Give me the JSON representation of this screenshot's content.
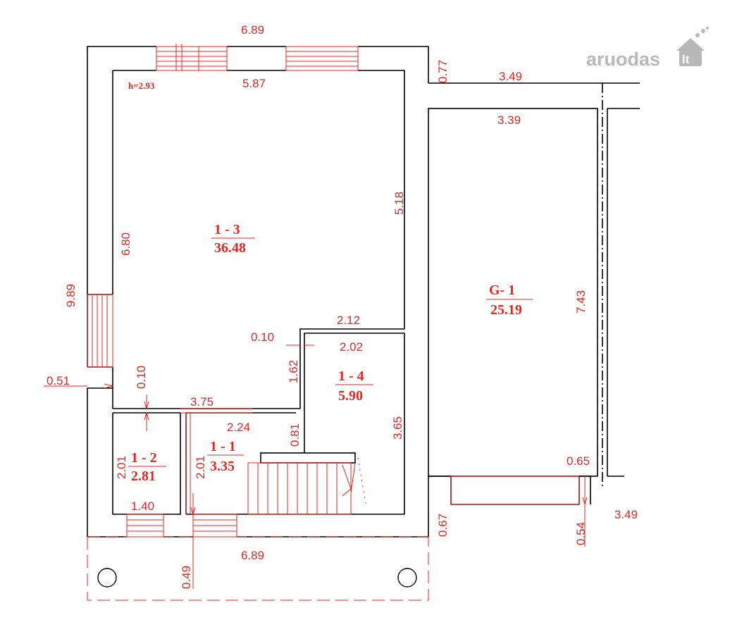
{
  "watermark": {
    "brand": "aruodas",
    "suffix": "lt"
  },
  "ceiling_height": "h=2.93",
  "rooms": [
    {
      "id": "1 - 3",
      "area": "36.48"
    },
    {
      "id": "G- 1",
      "area": "25.19"
    },
    {
      "id": "1 - 4",
      "area": "5.90"
    },
    {
      "id": "1 - 2",
      "area": "2.81"
    },
    {
      "id": "1 - 1",
      "area": "3.35"
    }
  ],
  "dimensions": {
    "top_outer": "6.89",
    "top_inner": "5.87",
    "right_offset": "0.77",
    "garage_top_outer": "3.49",
    "garage_top_inner": "3.39",
    "room13_right": "5.18",
    "room13_left": "6.80",
    "overall_left": "9.89",
    "wall_left": "0.51",
    "garage_height": "7.43",
    "step_width": "2.12",
    "partition_a": "0.10",
    "room14_width": "2.02",
    "small_height": "1.62",
    "partition_b": "0.10",
    "corridor_width": "3.75",
    "room11_width": "2.24",
    "stair_gap": "0.81",
    "room14_height": "3.65",
    "room12_height": "2.01",
    "room11_height": "2.01",
    "room12_width": "1.40",
    "garage_right_gap": "0.65",
    "garage_bottom_left": "0.67",
    "garage_bottom_right": "3.49",
    "garage_bottom_gap": "0.54",
    "entry_offset": "0.49",
    "bottom_outer": "6.89"
  }
}
